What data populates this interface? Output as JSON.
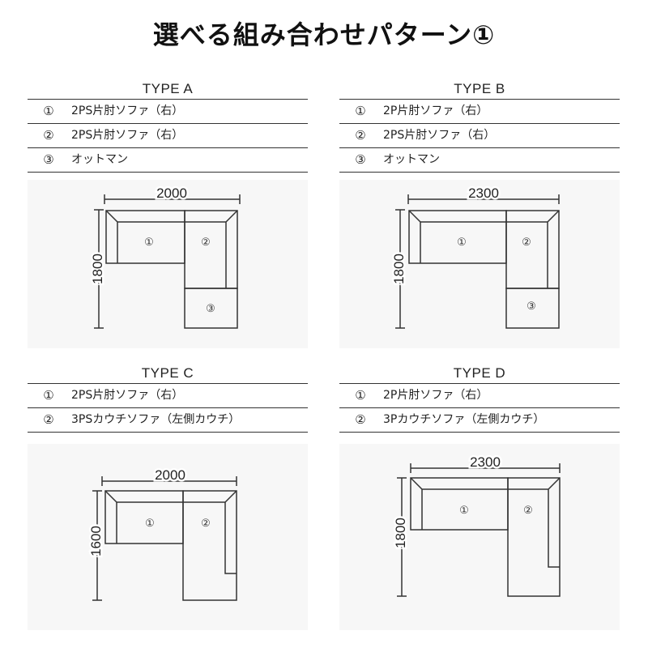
{
  "title": "選べる組み合わせパターン①",
  "panels": [
    {
      "type_label": "TYPE A",
      "rows": [
        {
          "num": "①",
          "text": "2PS片肘ソファ（右）"
        },
        {
          "num": "②",
          "text": "2PS片肘ソファ（右）"
        },
        {
          "num": "③",
          "text": "オットマン"
        }
      ],
      "width_dim": "2000",
      "height_dim": "1800",
      "piece_labels": [
        "①",
        "②",
        "③"
      ]
    },
    {
      "type_label": "TYPE B",
      "rows": [
        {
          "num": "①",
          "text": "2P片肘ソファ（右）"
        },
        {
          "num": "②",
          "text": "2PS片肘ソファ（右）"
        },
        {
          "num": "③",
          "text": "オットマン"
        }
      ],
      "width_dim": "2300",
      "height_dim": "1800",
      "piece_labels": [
        "①",
        "②",
        "③"
      ]
    },
    {
      "type_label": "TYPE C",
      "rows": [
        {
          "num": "①",
          "text": "2PS片肘ソファ（右）"
        },
        {
          "num": "②",
          "text": "3PSカウチソファ（左側カウチ）"
        }
      ],
      "width_dim": "2000",
      "height_dim": "1600",
      "piece_labels": [
        "①",
        "②"
      ]
    },
    {
      "type_label": "TYPE D",
      "rows": [
        {
          "num": "①",
          "text": "2P片肘ソファ（右）"
        },
        {
          "num": "②",
          "text": "3Pカウチソファ（左側カウチ）"
        }
      ],
      "width_dim": "2300",
      "height_dim": "1800",
      "piece_labels": [
        "①",
        "②"
      ]
    }
  ],
  "colors": {
    "line": "#333333",
    "diagram_bg": "#f7f7f7"
  }
}
